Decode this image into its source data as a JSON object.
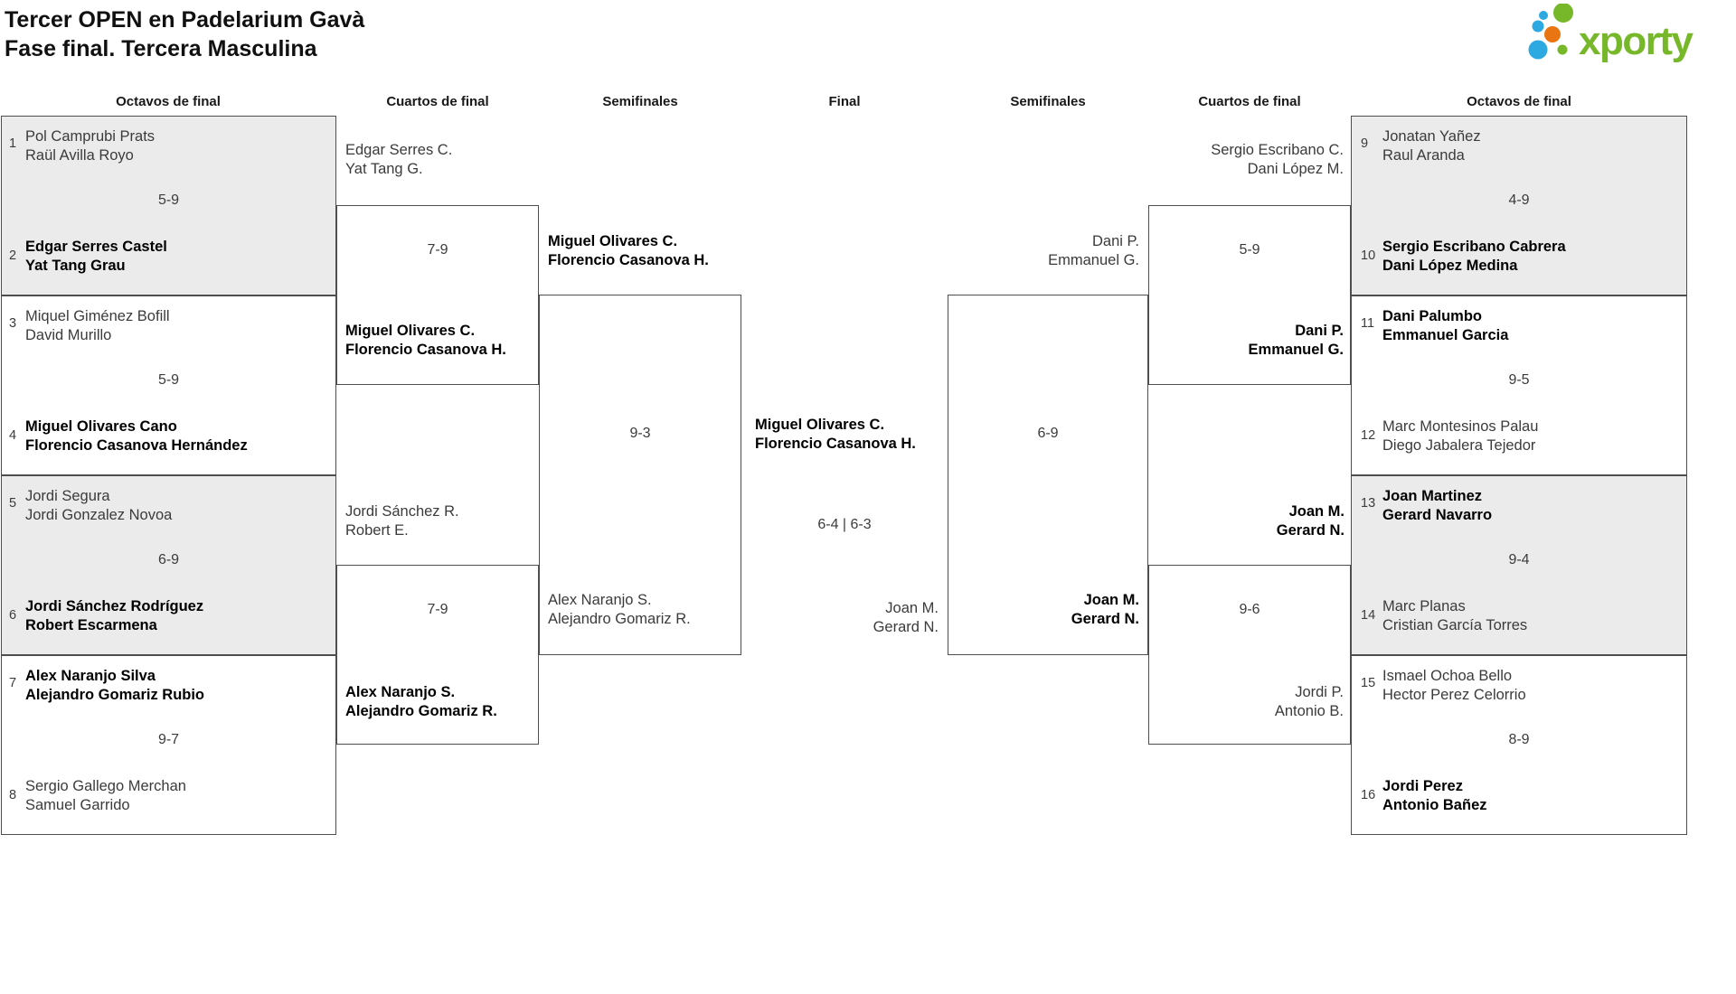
{
  "title": {
    "line1": "Tercer OPEN en Padelarium Gavà",
    "line2": "Fase final. Tercera Masculina"
  },
  "logo": {
    "text": "xporty",
    "green": "#76b82a",
    "blue": "#2ba9e0",
    "orange": "#e87511"
  },
  "rounds": [
    "Octavos de final",
    "Cuartos de final",
    "Semifinales",
    "Final",
    "Semifinales",
    "Cuartos de final",
    "Octavos de final"
  ],
  "octavos": [
    {
      "score": "5-9",
      "top": {
        "seed": "1",
        "n1": "Pol Camprubi Prats",
        "n2": "Raül Avilla Royo"
      },
      "bottom": {
        "seed": "2",
        "n1": "Edgar Serres Castel",
        "n2": "Yat Tang Grau"
      }
    },
    {
      "score": "5-9",
      "top": {
        "seed": "3",
        "n1": "Miquel Giménez Bofill",
        "n2": "David Murillo"
      },
      "bottom": {
        "seed": "4",
        "n1": "Miguel Olivares Cano",
        "n2": "Florencio Casanova Hernández"
      }
    },
    {
      "score": "6-9",
      "top": {
        "seed": "5",
        "n1": "Jordi Segura",
        "n2": "Jordi Gonzalez Novoa"
      },
      "bottom": {
        "seed": "6",
        "n1": "Jordi Sánchez Rodríguez",
        "n2": "Robert Escarmena"
      }
    },
    {
      "score": "9-7",
      "top": {
        "seed": "7",
        "n1": "Alex Naranjo Silva",
        "n2": "Alejandro Gomariz Rubio"
      },
      "bottom": {
        "seed": "8",
        "n1": "Sergio Gallego Merchan",
        "n2": "Samuel Garrido"
      }
    },
    {
      "score": "4-9",
      "top": {
        "seed": "9",
        "n1": "Jonatan Yañez",
        "n2": "Raul Aranda"
      },
      "bottom": {
        "seed": "10",
        "n1": "Sergio Escribano Cabrera",
        "n2": "Dani López Medina"
      }
    },
    {
      "score": "9-5",
      "top": {
        "seed": "11",
        "n1": "Dani Palumbo",
        "n2": "Emmanuel Garcia"
      },
      "bottom": {
        "seed": "12",
        "n1": "Marc Montesinos Palau",
        "n2": "Diego Jabalera Tejedor"
      }
    },
    {
      "score": "9-4",
      "top": {
        "seed": "13",
        "n1": "Joan Martinez",
        "n2": "Gerard Navarro"
      },
      "bottom": {
        "seed": "14",
        "n1": "Marc Planas",
        "n2": "Cristian García Torres"
      }
    },
    {
      "score": "8-9",
      "top": {
        "seed": "15",
        "n1": "Ismael Ochoa Bello",
        "n2": "Hector Perez Celorrio"
      },
      "bottom": {
        "seed": "16",
        "n1": "Jordi Perez",
        "n2": "Antonio Bañez"
      }
    }
  ],
  "cuartos": [
    {
      "score": "7-9",
      "top": {
        "n1": "Edgar Serres C.",
        "n2": "Yat Tang G."
      },
      "bottom": {
        "n1": "Miguel Olivares C.",
        "n2": "Florencio Casanova H."
      }
    },
    {
      "score": "7-9",
      "top": {
        "n1": "Jordi Sánchez R.",
        "n2": "Robert E."
      },
      "bottom": {
        "n1": "Alex Naranjo S.",
        "n2": "Alejandro Gomariz R."
      }
    },
    {
      "score": "5-9",
      "top": {
        "n1": "Sergio Escribano C.",
        "n2": "Dani López M."
      },
      "bottom": {
        "n1": "Dani P.",
        "n2": "Emmanuel G."
      }
    },
    {
      "score": "9-6",
      "top": {
        "n1": "Joan M.",
        "n2": "Gerard N."
      },
      "bottom": {
        "n1": "Jordi P.",
        "n2": "Antonio B."
      }
    }
  ],
  "semis": [
    {
      "score": "9-3",
      "top": {
        "n1": "Miguel Olivares C.",
        "n2": "Florencio Casanova H."
      },
      "bottom": {
        "n1": "Alex Naranjo S.",
        "n2": "Alejandro Gomariz R."
      }
    },
    {
      "score": "6-9",
      "top": {
        "n1": "Dani P.",
        "n2": "Emmanuel G."
      },
      "bottom": {
        "n1": "Joan M.",
        "n2": "Gerard N."
      }
    }
  ],
  "final": {
    "score": "6-4 | 6-3",
    "winner": {
      "n1": "Miguel Olivares C.",
      "n2": "Florencio Casanova H."
    },
    "loser": {
      "n1": "Joan M.",
      "n2": "Gerard N."
    }
  }
}
